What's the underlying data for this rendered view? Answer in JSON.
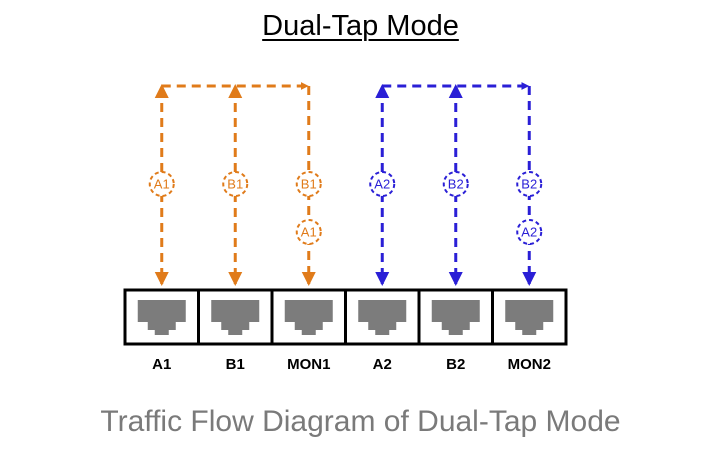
{
  "title": "Dual-Tap Mode",
  "caption": "Traffic Flow Diagram of Dual-Tap Mode",
  "colors": {
    "tap_a": "#e07b1a",
    "tap_b": "#2a1fd6",
    "frame": "#000000",
    "port": "#7c7c7c",
    "caption": "#7a7a7a"
  },
  "ports": [
    {
      "label": "A1",
      "icon": "ethernet-port-icon"
    },
    {
      "label": "B1",
      "icon": "ethernet-port-icon"
    },
    {
      "label": "MON1",
      "icon": "ethernet-port-icon"
    },
    {
      "label": "A2",
      "icon": "ethernet-port-icon"
    },
    {
      "label": "B2",
      "icon": "ethernet-port-icon"
    },
    {
      "label": "MON2",
      "icon": "ethernet-port-icon"
    }
  ],
  "taps": [
    {
      "name": "tap-1",
      "color": "#e07b1a",
      "lines": [
        {
          "port": "A1",
          "markers": [
            "A1"
          ]
        },
        {
          "port": "B1",
          "markers": [
            "B1"
          ]
        },
        {
          "port": "MON1",
          "markers": [
            "B1",
            "A1"
          ]
        }
      ]
    },
    {
      "name": "tap-2",
      "color": "#2a1fd6",
      "lines": [
        {
          "port": "A2",
          "markers": [
            "A2"
          ]
        },
        {
          "port": "B2",
          "markers": [
            "B2"
          ]
        },
        {
          "port": "MON2",
          "markers": [
            "B2",
            "A2"
          ]
        }
      ]
    }
  ]
}
